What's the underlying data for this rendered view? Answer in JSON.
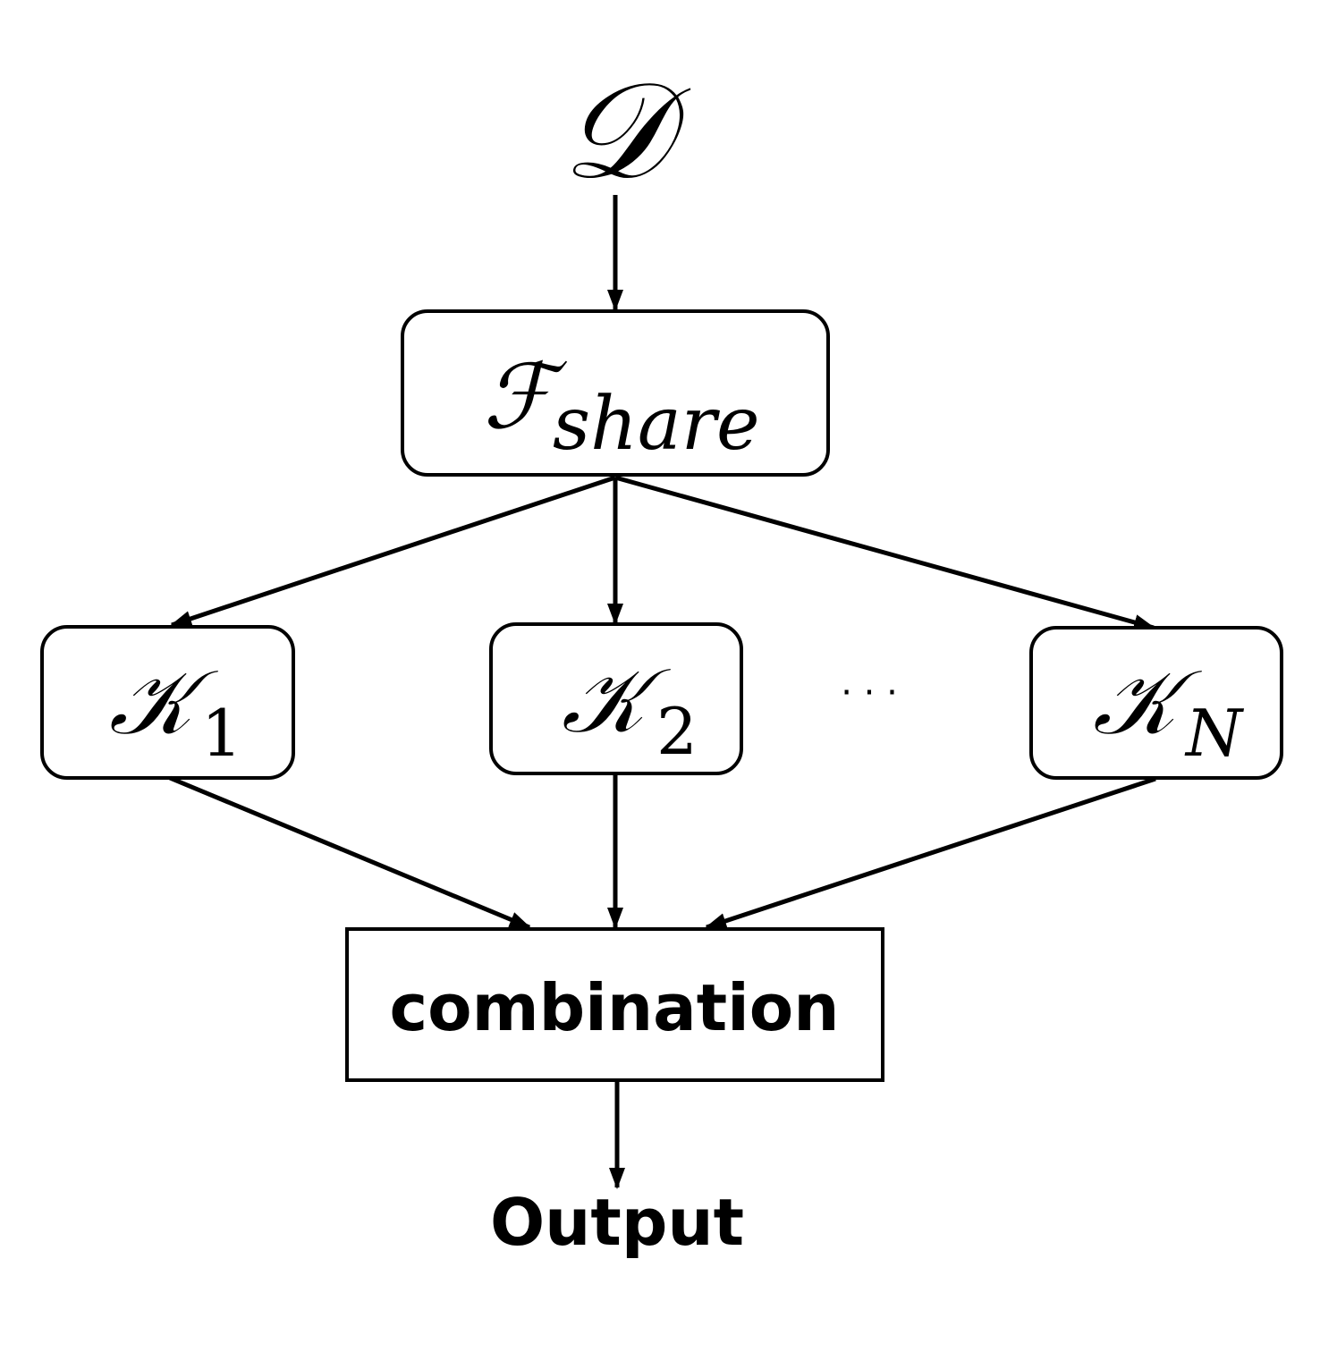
{
  "diagram": {
    "input": {
      "symbol": "𝒟"
    },
    "shared": {
      "symbol": "ℱ",
      "subscript": "share"
    },
    "branches": [
      {
        "symbol": "𝒦",
        "subscript": "1"
      },
      {
        "symbol": "𝒦",
        "subscript": "2"
      },
      {
        "symbol": "𝒦",
        "subscript": "N"
      }
    ],
    "ellipsis": "· · ·",
    "combine": {
      "label": "combination"
    },
    "output": {
      "label": "Output"
    }
  }
}
